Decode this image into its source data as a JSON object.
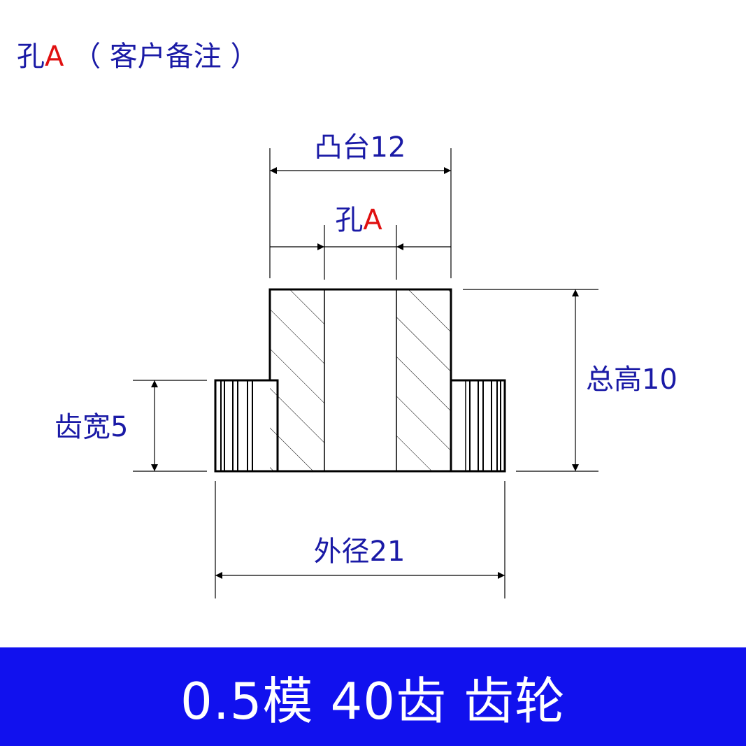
{
  "header_note": {
    "prefix": "孔",
    "highlight": "A",
    "suffix": " （ 客户备注 ）"
  },
  "dimensions": {
    "boss": "凸台12",
    "hole_prefix": "孔",
    "hole_highlight": "A",
    "total_height": "总高10",
    "tooth_width": "齿宽5",
    "outer_diameter": "外径21"
  },
  "banner": {
    "title": "0.5模 40齿 齿轮"
  },
  "colors": {
    "label": "#1a1aa6",
    "highlight": "#e01010",
    "banner_bg": "#1111ee",
    "banner_text": "#ffffff"
  }
}
